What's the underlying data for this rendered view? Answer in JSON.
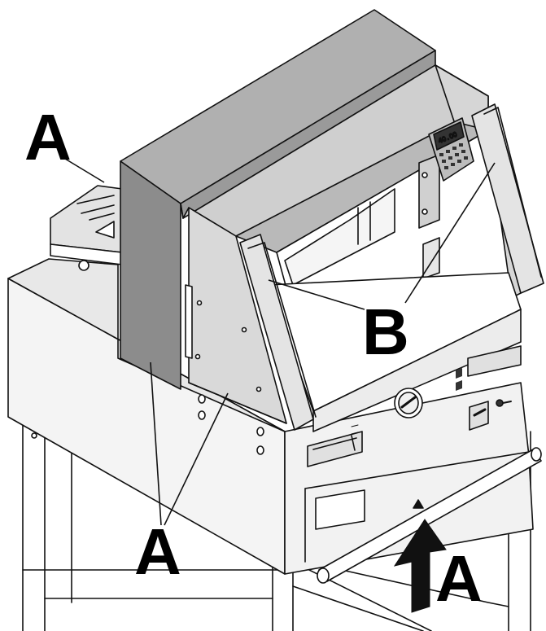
{
  "labels": {
    "a_top_left": "A",
    "a_bottom": "A",
    "a_arrow": "A",
    "b": "B"
  },
  "control_panel": {
    "display_value": "40.00"
  },
  "colors": {
    "cover_dark": "#8c8c8c",
    "cover_top": "#a9a9a9",
    "panel_light": "#d9d9d9",
    "body_light": "#ededed",
    "white": "#ffffff",
    "outline": "#111111"
  }
}
